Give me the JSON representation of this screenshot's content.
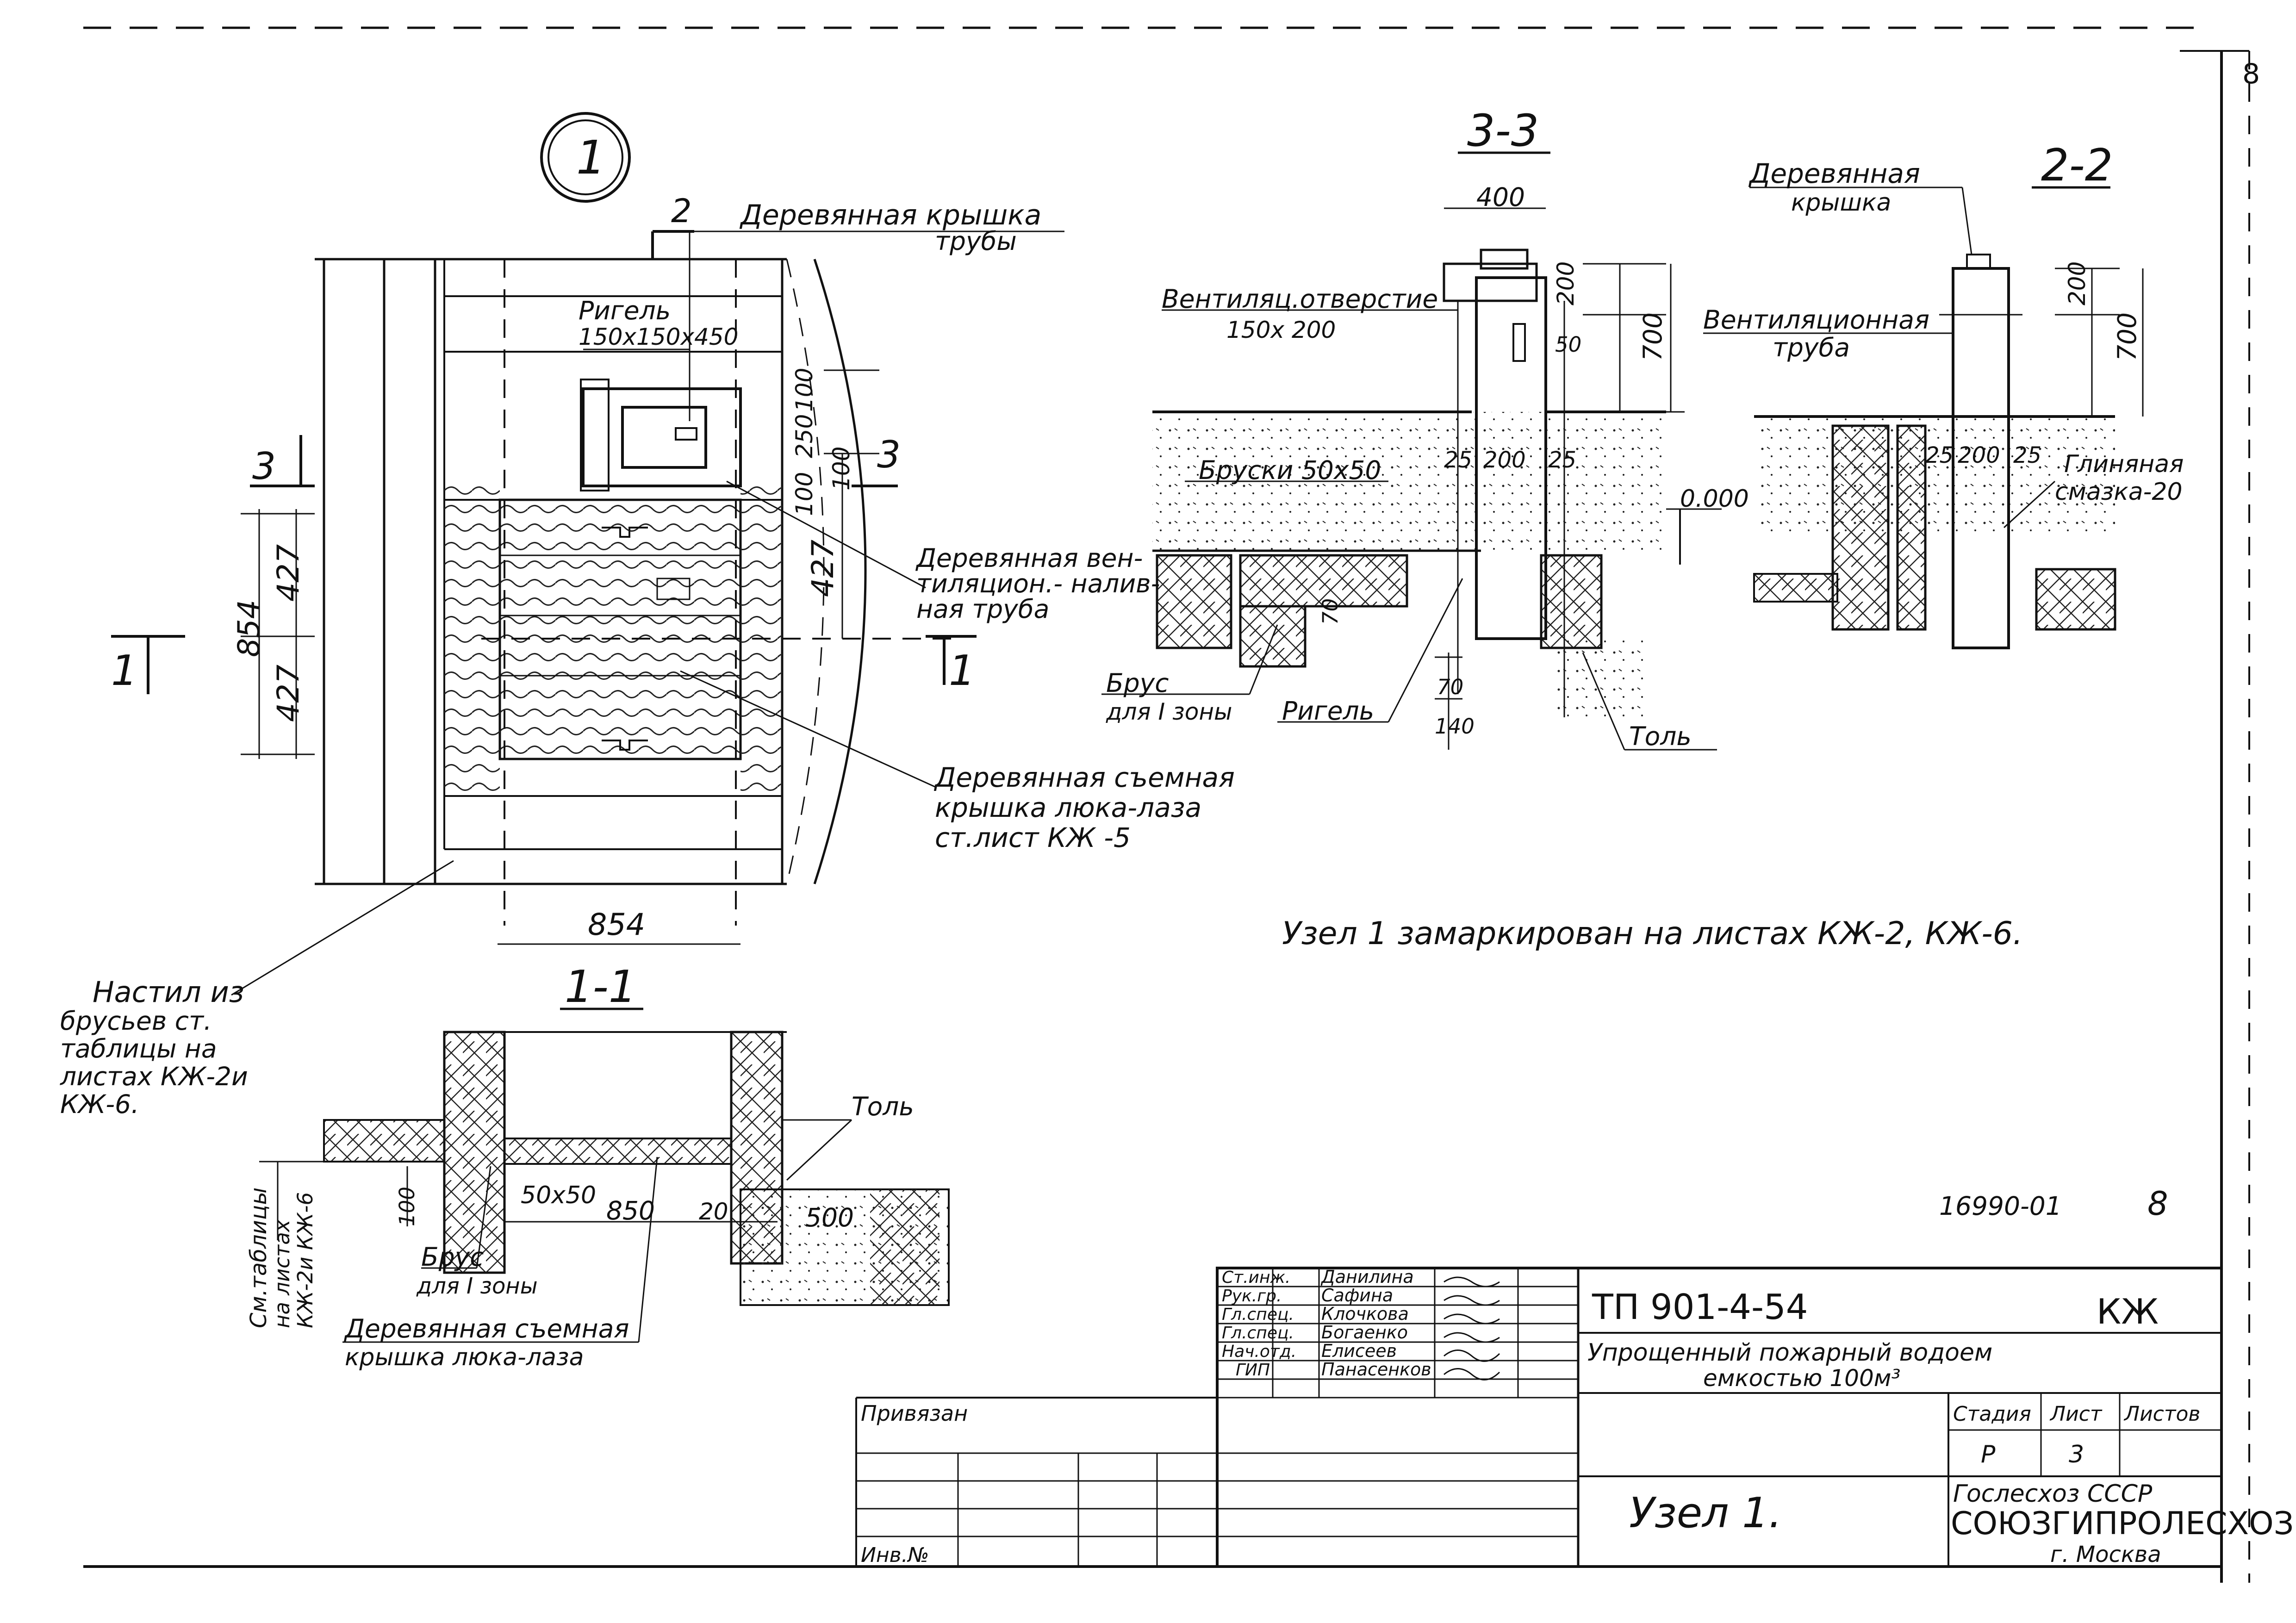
{
  "sheet_corner_number": "8",
  "node_marker": "1",
  "main_plan": {
    "cut_left_1": "1",
    "cut_right_1": "1",
    "cut_2": "2",
    "cut_3_left": "3",
    "cut_3_right": "3",
    "dim_854_vertical": "854",
    "dim_427_upper": "427",
    "dim_427_lower": "427",
    "dim_427_right": "427",
    "dim_100_top": "100",
    "dim_250": "250",
    "dim_100_mid": "100",
    "dim_100_side": "100",
    "dim_854_bottom": "854",
    "label_cover_pipe_l1": "Деревянная крышка",
    "label_cover_pipe_l2": "трубы",
    "label_rigel_l1": "Ригель",
    "label_rigel_l2": "150x150x450",
    "label_vent_pipe_l1": "Деревянная вен-",
    "label_vent_pipe_l2": "тиляцион.- налив-",
    "label_vent_pipe_l3": "ная труба",
    "label_hatch_l1": "Деревянная съемная",
    "label_hatch_l2": "крышка люка-лаза",
    "label_hatch_l3": "ст.лист КЖ -5",
    "label_deck_l1": "Настил из",
    "label_deck_l2": "брусьев ст.",
    "label_deck_l3": "таблицы на",
    "label_deck_l4": "листах КЖ-2и",
    "label_deck_l5": "КЖ-6."
  },
  "section_33": {
    "title": "3-3",
    "dim_400": "400",
    "dim_200_top": "200",
    "dim_700": "700",
    "dim_50": "50",
    "dim_25_left": "25",
    "dim_200_mid": "200",
    "dim_25_right": "25",
    "dim_70_a": "70",
    "dim_70_b": "70",
    "dim_140": "140",
    "level": "0.000",
    "label_vent_hole_l1": "Вентиляц.отверстие",
    "label_vent_hole_l2": "150x 200",
    "label_bars": "Бруски 50x50",
    "label_beam_l1": "Брус",
    "label_beam_l2": "для I зоны",
    "label_rigel": "Ригель",
    "label_tol": "Толь"
  },
  "section_22": {
    "title": "2-2",
    "dim_200": "200",
    "dim_700": "700",
    "dim_25_left": "25",
    "dim_200_mid": "200",
    "dim_25_right": "25",
    "label_cover_l1": "Деревянная",
    "label_cover_l2": "крышка",
    "label_vent_l1": "Вентиляционная",
    "label_vent_l2": "труба",
    "label_clay_l1": "Глиняная",
    "label_clay_l2": "смазка-20"
  },
  "note": "Узел 1 замаркирован на листах КЖ-2, КЖ-6.",
  "section_11": {
    "title": "1-1",
    "label_tol": "Толь",
    "dim_50x50": "50x50",
    "dim_100": "100",
    "dim_850": "850",
    "dim_20": "20",
    "dim_500": "500",
    "label_beam_l1": "Брус",
    "label_beam_l2": "для I зоны",
    "label_hatch_l1": "Деревянная съемная",
    "label_hatch_l2": "крышка люка-лаза",
    "label_side_l1": "См.таблицы",
    "label_side_l2": "на листах",
    "label_side_l3": "КЖ-2и КЖ-6"
  },
  "title_block": {
    "drawing_code": "16990-01",
    "sheet_no_corner": "8",
    "project": "ТП  901-4-54",
    "mark": "КЖ",
    "object_l1": "Упрощенный пожарный водоем",
    "object_l2": "емкостью 100м³",
    "title": "Узел 1.",
    "org_l1": "Гослесхоз  СССР",
    "org_l2": "СОЮЗГИПРОЛЕСХОЗ",
    "org_l3": "г. Москва",
    "linked": "Привязан",
    "inv": "Инв.№",
    "stage_header": "Стадия",
    "sheet_header": "Лист",
    "sheets_header": "Листов",
    "stage": "Р",
    "sheet": "3",
    "sheets": "",
    "signatures": [
      {
        "role": "Ст.инж.",
        "name": "Данилина"
      },
      {
        "role": "Рук.гр.",
        "name": "Сафина"
      },
      {
        "role": "Гл.спец.",
        "name": "Клочкова"
      },
      {
        "role": "Гл.спец.",
        "name": "Богаенко"
      },
      {
        "role": "Нач.отд.",
        "name": "Елисеев"
      },
      {
        "role": "ГИП",
        "name": "Панасенков"
      }
    ]
  }
}
